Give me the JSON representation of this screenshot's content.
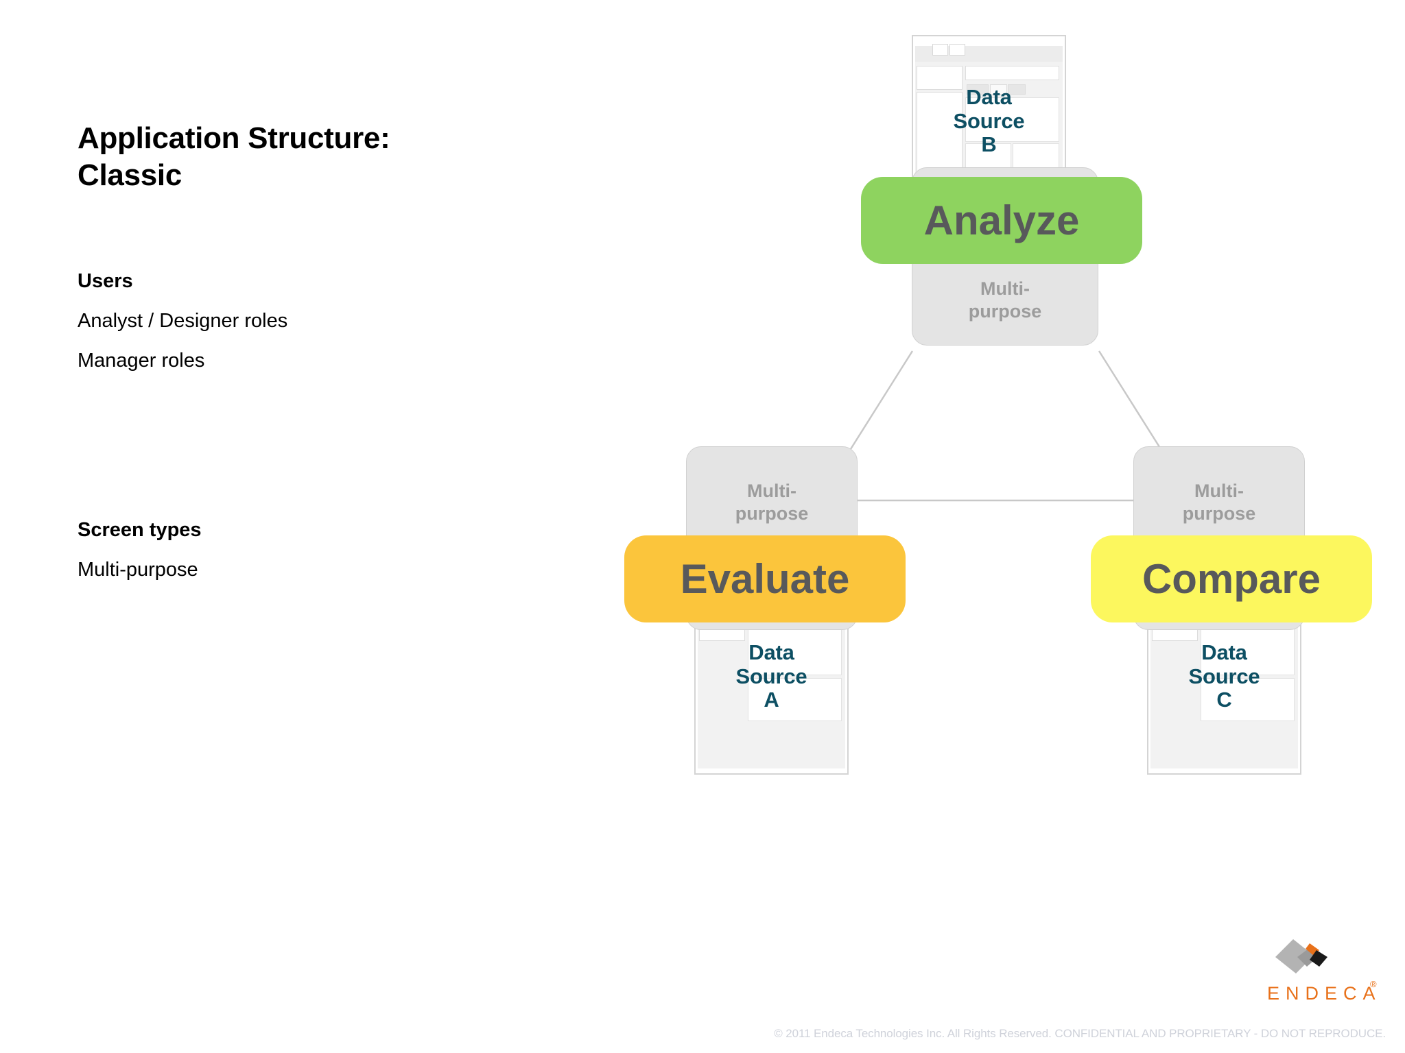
{
  "slide": {
    "title": "Application Structure:\nClassic",
    "sections": [
      {
        "heading": "Users",
        "lines": [
          "Analyst / Designer roles",
          "Manager roles"
        ]
      },
      {
        "heading": "Screen types",
        "lines": [
          "Multi-purpose"
        ]
      }
    ]
  },
  "diagram": {
    "nodes": [
      {
        "id": "analyze",
        "pill_label": "Analyze",
        "pill_color": "#8ed35f",
        "box_label": "Multi-\npurpose",
        "box_color": "#e4e4e4",
        "screen_label": "Data\nSource\nB",
        "screen_label_color": "#0d4f63"
      },
      {
        "id": "evaluate",
        "pill_label": "Evaluate",
        "pill_color": "#fbc53c",
        "box_label": "Multi-\npurpose",
        "box_color": "#e4e4e4",
        "screen_label": "Data\nSource\nA",
        "screen_label_color": "#0d4f63"
      },
      {
        "id": "compare",
        "pill_label": "Compare",
        "pill_color": "#fcf martial",
        "box_label": "Multi-\npurpose",
        "box_color": "#e4e4e4",
        "screen_label": "Data\nSource\nC",
        "screen_label_color": "#0d4f63"
      }
    ],
    "connector_color": "#c8c8c8",
    "pill_text_color": "#58595b",
    "box_text_color": "#9c9c9c"
  },
  "footer": {
    "copyright": "© 2011 Endeca Technologies Inc. All Rights Reserved.  CONFIDENTIAL AND PROPRIETARY - DO NOT REPRODUCE.",
    "logo_wordmark": "ENDECA",
    "logo_registered": "®",
    "logo_accent_color": "#e8711a"
  }
}
